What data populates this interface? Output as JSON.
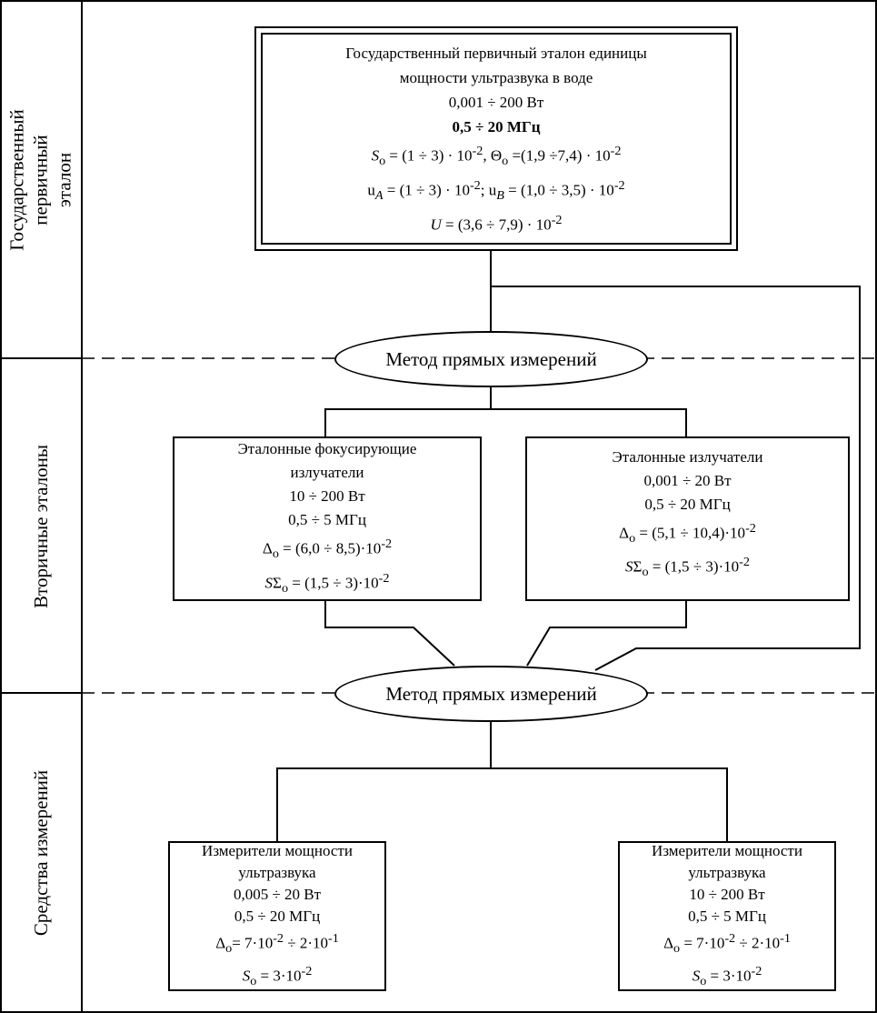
{
  "rows": [
    {
      "label": "Государственный первичный эталон"
    },
    {
      "label": "Вторичные эталоны"
    },
    {
      "label": "Средства измерений"
    }
  ],
  "primary_standard": {
    "title_1": "Государственный первичный эталон единицы",
    "title_2": "мощности ультразвука в воде",
    "power_range": "0,001 ÷ 200 Вт",
    "freq_range": "0,5 ÷ 20 МГц",
    "s_theta": {
      "s_sym": "S",
      "s_sub": "о",
      "s_val": " = (1 ÷ 3) · 10",
      "s_exp": "-2",
      "sep": ", ",
      "theta_sym": "Θ",
      "theta_sub": "о",
      "theta_val": " =(1,9 ÷7,4) · 10",
      "theta_exp": "-2"
    },
    "u_ab": {
      "ua_sym": "u",
      "ua_sub": "A",
      "ua_val": " = (1 ÷ 3) · 10",
      "ua_exp": "-2",
      "sep": "; ",
      "ub_sym": "u",
      "ub_sub": "B",
      "ub_val": " = (1,0 ÷ 3,5) · 10",
      "ub_exp": "-2"
    },
    "u_total": {
      "sym": "U",
      "val": " = (3,6 ÷ 7,9) · 10",
      "exp": "-2"
    }
  },
  "method_1": {
    "label": "Метод прямых измерений"
  },
  "method_2": {
    "label": "Метод прямых измерений"
  },
  "secondary_focusing": {
    "title_1": "Эталонные фокусирующие",
    "title_2": "излучатели",
    "power_range": "10 ÷ 200 Вт",
    "freq_range": "0,5 ÷ 5 МГц",
    "delta": {
      "sym": "Δ",
      "sub": "о",
      "val": " = (6,0 ÷ 8,5)·10",
      "exp": "-2"
    },
    "s_sigma": {
      "sym": "S",
      "sym2": "Σ",
      "sub": "о",
      "val": " = (1,5 ÷ 3)·10",
      "exp": "-2"
    }
  },
  "secondary_emitters": {
    "title_1": "Эталонные излучатели",
    "power_range": "0,001 ÷ 20 Вт",
    "freq_range": "0,5 ÷ 20 МГц",
    "delta": {
      "sym": "Δ",
      "sub": "о",
      "val": " = (5,1 ÷ 10,4)·10",
      "exp": "-2"
    },
    "s_sigma": {
      "sym": "S",
      "sym2": "Σ",
      "sub": "о",
      "val": " = (1,5 ÷ 3)·10",
      "exp": "-2"
    }
  },
  "meter_low": {
    "title_1": "Измерители мощности",
    "title_2": "ультразвука",
    "power_range": "0,005 ÷ 20 Вт",
    "freq_range": "0,5 ÷ 20 МГц",
    "delta": {
      "sym": "Δ",
      "sub": "о",
      "val": "= 7·10",
      "exp1": "-2",
      "mid": " ÷ 2·10",
      "exp2": "-1"
    },
    "s": {
      "sym": "S",
      "sub": "о",
      "val": " = 3·10",
      "exp": "-2"
    }
  },
  "meter_high": {
    "title_1": "Измерители мощности",
    "title_2": "ультразвука",
    "power_range": "10 ÷ 200 Вт",
    "freq_range": "0,5 ÷ 5 МГц",
    "delta": {
      "sym": "Δ",
      "sub": "о",
      "val": " = 7·10",
      "exp1": "-2",
      "mid": " ÷ 2·10",
      "exp2": "-1"
    },
    "s": {
      "sym": "S",
      "sub": "о",
      "val": " = 3·10",
      "exp": "-2"
    }
  }
}
